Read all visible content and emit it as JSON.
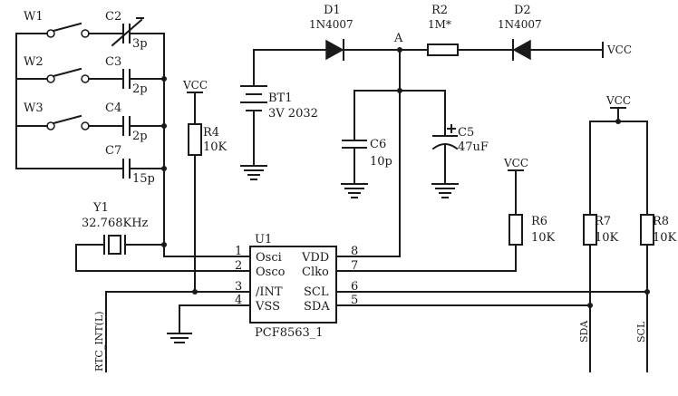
{
  "labels": {
    "vcc": "VCC",
    "node_a": "A",
    "rtc_int": "RTC_INT(L)",
    "sda_net": "SDA",
    "scl_net": "SCL"
  },
  "switches": [
    {
      "ref": "W1"
    },
    {
      "ref": "W2"
    },
    {
      "ref": "W3"
    }
  ],
  "capacitors": [
    {
      "ref": "C2",
      "value": "3p"
    },
    {
      "ref": "C3",
      "value": "2p"
    },
    {
      "ref": "C4",
      "value": "2p"
    },
    {
      "ref": "C7",
      "value": "15p"
    },
    {
      "ref": "C6",
      "value": "10p"
    },
    {
      "ref": "C5",
      "value": "47uF"
    }
  ],
  "diodes": [
    {
      "ref": "D1",
      "part": "1N4007"
    },
    {
      "ref": "D2",
      "part": "1N4007"
    }
  ],
  "resistors": [
    {
      "ref": "R2",
      "value": "1M*"
    },
    {
      "ref": "R4",
      "value": "10K"
    },
    {
      "ref": "R6",
      "value": "10K"
    },
    {
      "ref": "R7",
      "value": "10K"
    },
    {
      "ref": "R8",
      "value": "10K"
    }
  ],
  "battery": {
    "ref": "BT1",
    "value": "3V 2032"
  },
  "crystal": {
    "ref": "Y1",
    "value": "32.768KHz"
  },
  "ic": {
    "ref": "U1",
    "part": "PCF8563_1",
    "pins_left": [
      {
        "num": "1",
        "name": "Osci"
      },
      {
        "num": "2",
        "name": "Osco"
      },
      {
        "num": "3",
        "name": "/INT"
      },
      {
        "num": "4",
        "name": "VSS"
      }
    ],
    "pins_right": [
      {
        "num": "8",
        "name": "VDD"
      },
      {
        "num": "7",
        "name": "Clko"
      },
      {
        "num": "6",
        "name": "SCL"
      },
      {
        "num": "5",
        "name": "SDA"
      }
    ]
  },
  "colors": {
    "ink": "#1a1a1a",
    "paper": "#ffffff"
  }
}
